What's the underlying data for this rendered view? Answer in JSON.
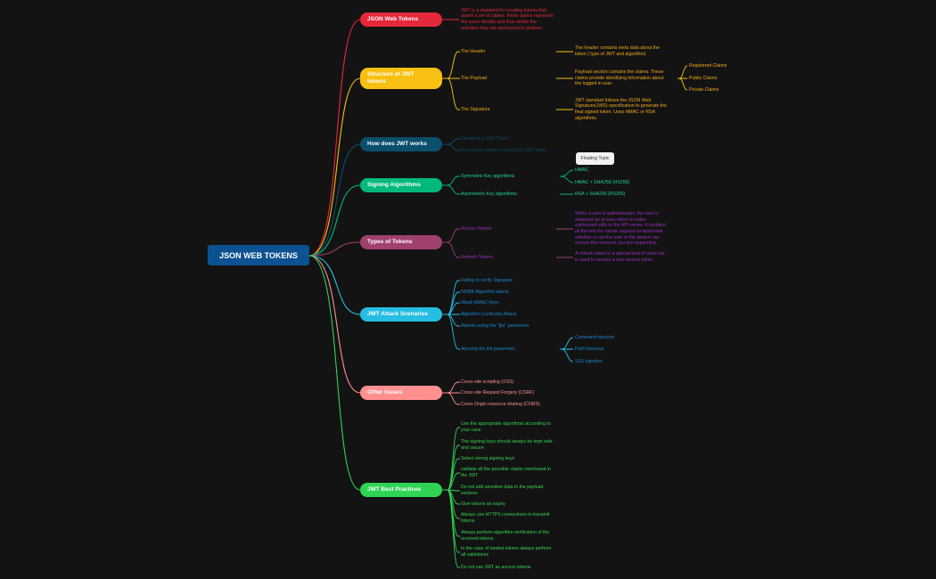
{
  "root": {
    "label": "JSON WEB TOKENS",
    "color": "#0c5191"
  },
  "floating_topic": "Floating Topic",
  "branches": [
    {
      "label": "JSON Web Tokens",
      "color": "#e5283a",
      "text_color": "#e5283a",
      "description": [
        "JWT is a standard for creating tokens that",
        "assert a set of claims. these claims represent",
        "the users identity and thus define the",
        "activities they are authorized to perform."
      ],
      "children": []
    },
    {
      "label": "Structure of JWT tokens",
      "color": "#f8c012",
      "text_color": "#f0a81a",
      "children": [
        {
          "label": "The Header",
          "description": [
            "The header contains meta data about the",
            "token ( type of JWT and  algorithm)"
          ]
        },
        {
          "label": "The Payload",
          "description": [
            "Payload section contains the claims. These",
            "claims provide identifying information about",
            "the logged in user."
          ],
          "subitems": [
            "Registered Claims",
            "Public Claims",
            "Private Claims"
          ]
        },
        {
          "label": "The Signature",
          "description": [
            "JWT standard follows the JSON Web",
            "Signature(JWS) specification to generate the",
            "final signed token. Uses HMAC or RSA",
            "algorithms"
          ]
        }
      ]
    },
    {
      "label": "How does JWT works",
      "color": "#0a4f6c",
      "text_color": "#0d4a66",
      "children": [
        {
          "label": "Obtaining a JWT Token"
        },
        {
          "label": "Accessing resources using the JWT token"
        }
      ]
    },
    {
      "label": "Signing Algorithms",
      "color": "#00b97a",
      "text_color": "#1fd3a0",
      "children": [
        {
          "label": "Symmetric Key algorithms",
          "subitems": [
            "HMAC",
            "HMAC + SHA256 (HS256)"
          ]
        },
        {
          "label": "Asymmetric Key algorithms",
          "subitems": [
            "RSA + SHA256 (RS256)"
          ]
        }
      ]
    },
    {
      "label": "Types of Tokens",
      "color": "#a0406e",
      "text_color": "#9b2fc0",
      "children": [
        {
          "label": "Access Tokens",
          "description": [
            "When a user is authenticates, the user is",
            "assigned an access token to make",
            "authorized calls to the API server. it contains",
            "all the info the server requires to determine",
            "whether or not the user or the device can",
            "access the resource you are requesting ."
          ]
        },
        {
          "label": "Refresh Tokens",
          "description": [
            "A refresh token is a special kind of token tat",
            "is used to receive a new access token."
          ]
        }
      ]
    },
    {
      "label": "JWT Attack Scenarios",
      "color": "#26bde2",
      "text_color": "#1a86d0",
      "children": [
        {
          "label": "Failing to verify Signature"
        },
        {
          "label": "NONE Algorithm attack"
        },
        {
          "label": "Weak HMAC Keys"
        },
        {
          "label": "Algorithm Confusion Attack"
        },
        {
          "label": "Attacks using the \"jku\" parameter"
        },
        {
          "label": "Abusing the kid parameter",
          "subitems": [
            "Command injection",
            "Path traversal",
            "SQL Injection"
          ]
        }
      ]
    },
    {
      "label": "Other Issues",
      "color": "#ff9090",
      "text_color": "#ff8f8f",
      "children": [
        {
          "label": "Cross site scripting (XSS)"
        },
        {
          "label": "Cross site Request Forgery (CSRF)"
        },
        {
          "label": "Cross Origin resource sharing (CORS)"
        }
      ]
    },
    {
      "label": "JWT Best Practices",
      "color": "#2fd454",
      "text_color": "#33d44f",
      "children": [
        {
          "label": "Use the appropriate algorithms according to\nyour case"
        },
        {
          "label": "The signing keys should always be kept safe\nand secure"
        },
        {
          "label": "Select strong signing keys"
        },
        {
          "label": "validate all the possible claims mentioned in\nthe JWT"
        },
        {
          "label": "Do not add sensitive data in the payload\nsections"
        },
        {
          "label": "Give tokens an expiry"
        },
        {
          "label": "Always use HTTPS connections to transmit\ntokens"
        },
        {
          "label": "Always perform algorithm verification of the\nreceived tokens"
        },
        {
          "label": "In the case of nested tokens always perform\nall validations"
        },
        {
          "label": "Do not use JWT as access tokens"
        }
      ]
    }
  ]
}
